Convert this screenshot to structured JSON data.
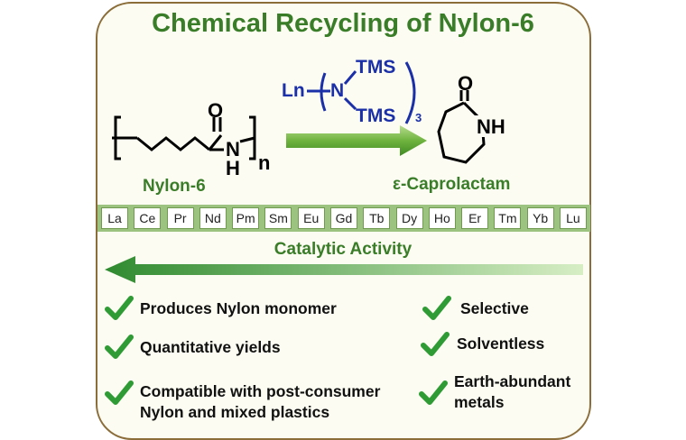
{
  "title": "Chemical Recycling of Nylon-6",
  "reactant": {
    "name": "Nylon-6",
    "atom_o": "O",
    "atom_n": "N",
    "atom_h": "H",
    "subscript": "n"
  },
  "product": {
    "name": "ε-Caprolactam",
    "atom_o": "O",
    "atom_nh": "NH"
  },
  "catalyst": {
    "metal": "Ln",
    "n": "N",
    "tms_top": "TMS",
    "tms_bottom": "TMS",
    "count": "3"
  },
  "elements": [
    "La",
    "Ce",
    "Pr",
    "Nd",
    "Pm",
    "Sm",
    "Eu",
    "Gd",
    "Tb",
    "Dy",
    "Ho",
    "Er",
    "Tm",
    "Yb",
    "Lu"
  ],
  "activity_label": "Catalytic Activity",
  "features_left": [
    "Produces Nylon monomer",
    "Quantitative yields",
    "Compatible with post-consumer",
    "Nylon and mixed plastics"
  ],
  "features_right": [
    "Selective",
    "Solventless",
    "Earth-abundant",
    "metals"
  ],
  "colors": {
    "green": "#3a7d28",
    "blue": "#1a2fa8",
    "border": "#8b6d3a"
  }
}
